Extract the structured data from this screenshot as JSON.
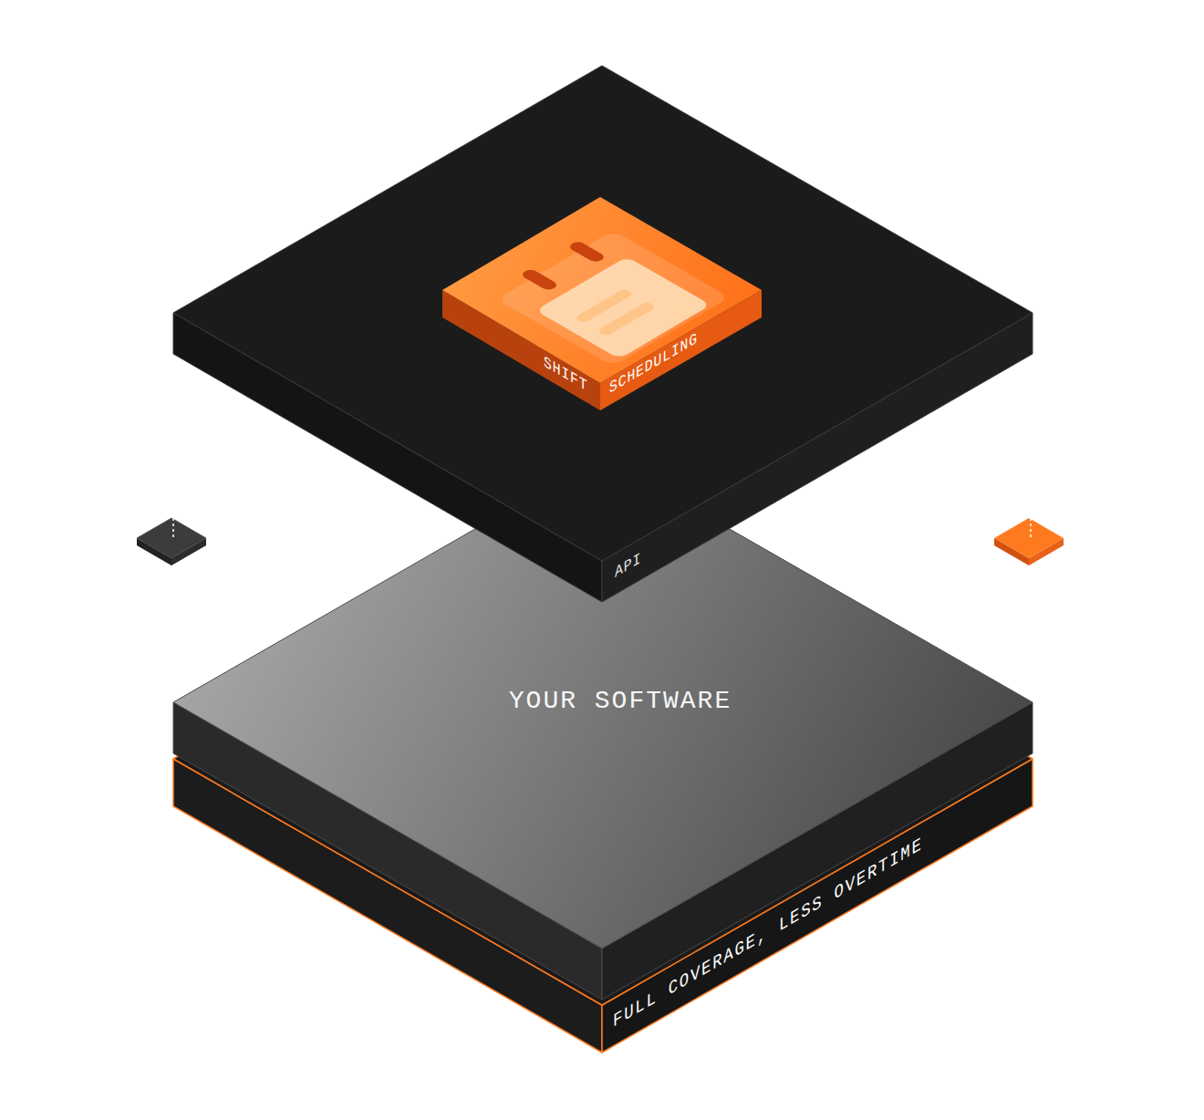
{
  "diagram": {
    "nodes": [
      {
        "text": [
          "API"
        ]
      },
      {
        "text": [
          "SHIFT",
          "SCHEDULING"
        ],
        "in": 0
      },
      {
        "text": [
          "YOUR SOFTWARE"
        ]
      },
      {
        "text": [
          "FULL COVERAGE, LESS OVERTIME"
        ]
      }
    ]
  }
}
